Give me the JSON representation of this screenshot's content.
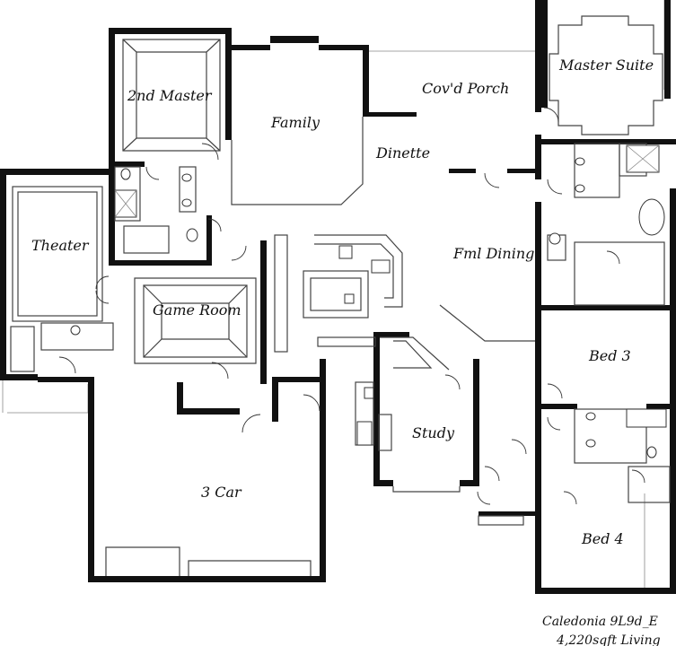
{
  "rooms": {
    "master2": "2nd Master",
    "family": "Family",
    "covd_porch": "Cov'd Porch",
    "master_suite": "Master Suite",
    "dinette": "Dinette",
    "theater": "Theater",
    "fml_dining": "Fml Dining",
    "game_room": "Game Room",
    "bed3": "Bed 3",
    "study": "Study",
    "car3": "3 Car",
    "bed4": "Bed 4"
  },
  "caption": {
    "plan_name": "Caledonia 9L9d_E",
    "living_area": "4,220sqft Living"
  }
}
